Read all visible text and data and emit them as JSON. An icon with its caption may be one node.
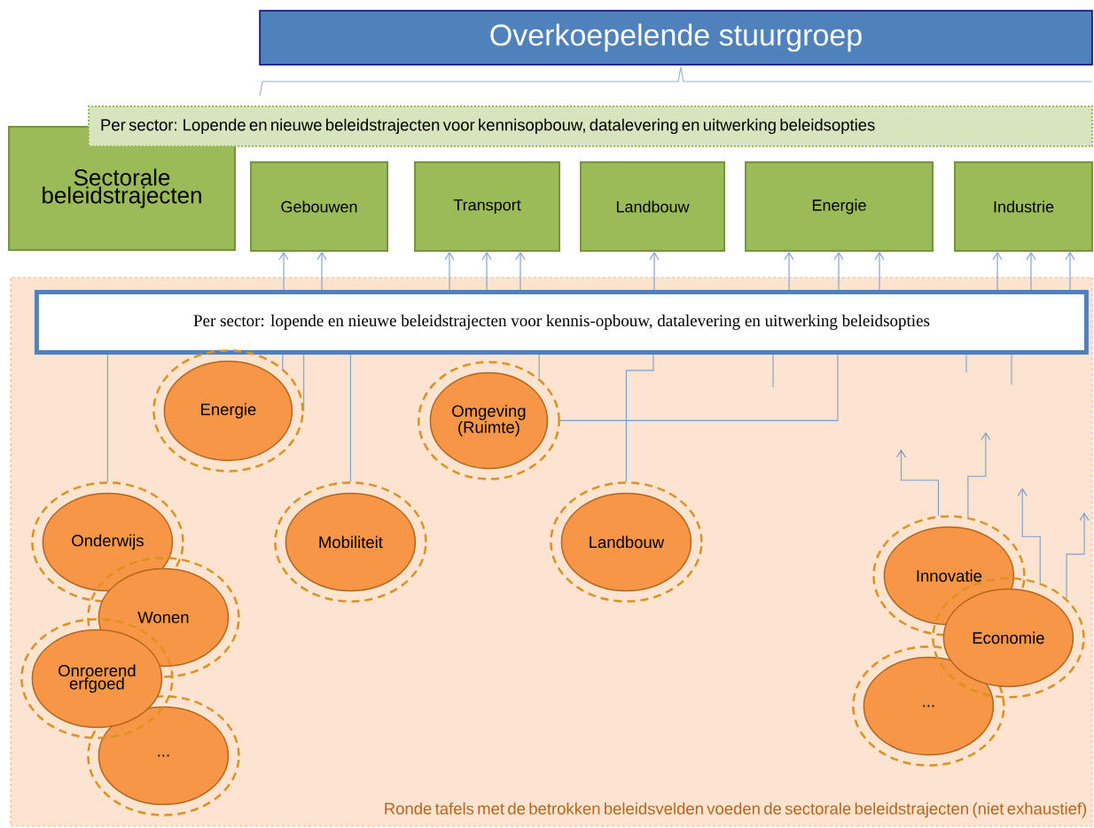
{
  "diagram": {
    "nodes": [
      {
        "text": [
          "Overkoepelende stuurgroep"
        ]
      },
      {
        "text": [
          "Per sector: Lopende en nieuwe beleidstrajecten voor kennisopbouw, datalevering en uitwerking beleidsopties"
        ]
      },
      {
        "text": [
          "Sectorale beleidstrajecten"
        ]
      },
      {
        "text": [
          "Gebouwen"
        ]
      },
      {
        "text": [
          "Transport"
        ]
      },
      {
        "text": [
          "Landbouw"
        ]
      },
      {
        "text": [
          "Energie"
        ]
      },
      {
        "text": [
          "Industrie"
        ]
      },
      {
        "text": [
          "Ronde tafels met de betrokken beleidsvelden voeden de sectorale beleidstrajecten (niet exhaustief)"
        ]
      },
      {
        "text": [
          "Per sector: lopende en nieuwe beleidstrajecten voor kennis-opbouw, datalevering en uitwerking beleidsopties"
        ],
        "in": 8
      },
      {
        "text": [
          "Energie"
        ],
        "in": 8
      },
      {
        "text": [
          "Omgeving (Ruimte)"
        ],
        "in": 8
      },
      {
        "text": [
          "Onderwijs"
        ],
        "in": 8
      },
      {
        "text": [
          "Mobiliteit"
        ],
        "in": 8
      },
      {
        "text": [
          "Landbouw"
        ],
        "in": 8
      },
      {
        "text": [
          "Innovatie"
        ],
        "in": 8
      },
      {
        "text": [
          "Wonen"
        ],
        "in": 8
      },
      {
        "text": [
          "Economie"
        ],
        "in": 8
      },
      {
        "text": [
          "Onroerend erfgoed"
        ],
        "in": 8
      },
      {
        "text": [
          "..."
        ],
        "in": 8
      },
      {
        "text": [
          "..."
        ],
        "in": 8
      }
    ],
    "edges": [
      {
        "from": 9,
        "to": 3,
        "arrow": "to"
      },
      {
        "from": 9,
        "to": 3,
        "arrow": "to"
      },
      {
        "from": 9,
        "to": 4,
        "arrow": "to"
      },
      {
        "from": 9,
        "to": 4,
        "arrow": "to"
      },
      {
        "from": 9,
        "to": 4,
        "arrow": "to"
      },
      {
        "from": 9,
        "to": 5,
        "arrow": "to"
      },
      {
        "from": 9,
        "to": 6,
        "arrow": "to"
      },
      {
        "from": 9,
        "to": 6,
        "arrow": "to"
      },
      {
        "from": 9,
        "to": 6,
        "arrow": "to"
      },
      {
        "from": 9,
        "to": 7,
        "arrow": "to"
      },
      {
        "from": 9,
        "to": 7,
        "arrow": "to"
      },
      {
        "from": 9,
        "to": 7,
        "arrow": "to"
      },
      {
        "from": 9,
        "to": 12,
        "arrow": "none"
      },
      {
        "from": 9,
        "to": 10,
        "arrow": "none"
      },
      {
        "from": 9,
        "to": 10,
        "arrow": "none"
      },
      {
        "from": 9,
        "to": 13,
        "arrow": "none"
      },
      {
        "from": 9,
        "to": 11,
        "arrow": "none"
      },
      {
        "from": 9,
        "to": 14,
        "arrow": "none"
      },
      {
        "from": 11,
        "to": 9,
        "arrow": "none"
      },
      {
        "from": 9,
        "to": null,
        "arrow": "none"
      },
      {
        "from": 9,
        "to": null,
        "arrow": "none"
      },
      {
        "from": 9,
        "to": null,
        "arrow": "none"
      },
      {
        "from": 15,
        "to": null,
        "arrow": "to"
      },
      {
        "from": 15,
        "to": null,
        "arrow": "to"
      },
      {
        "from": 17,
        "to": null,
        "arrow": "to"
      },
      {
        "from": 17,
        "to": null,
        "arrow": "to"
      }
    ]
  }
}
